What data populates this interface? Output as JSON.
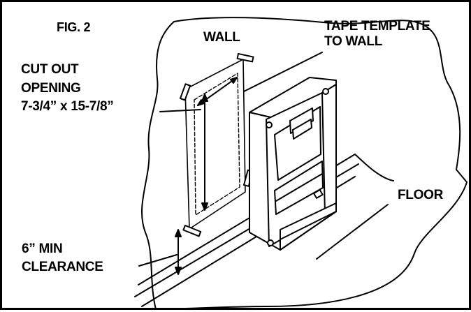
{
  "figure": {
    "label": "FIG. 2"
  },
  "labels": {
    "wall": "WALL",
    "tape_line1": "TAPE TEMPLATE",
    "tape_line2": "TO WALL",
    "cutout_line1": "CUT OUT",
    "cutout_line2": "OPENING",
    "cutout_line3": "7-3/4” x 15-7/8”",
    "floor": "FLOOR",
    "clearance_line1": "6” MIN",
    "clearance_line2": "CLEARANCE"
  }
}
